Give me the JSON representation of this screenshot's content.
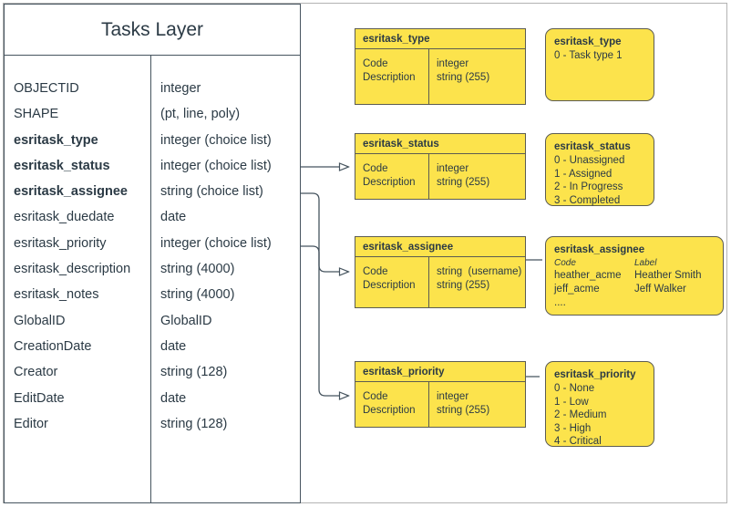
{
  "diagram": {
    "title": "Tasks Layer",
    "colors": {
      "entity_fill": "#fce34c",
      "entity_stroke": "#5c5c52",
      "table_stroke": "#46545f",
      "frame_stroke": "#b3b3b3",
      "text": "#2b3a45"
    }
  },
  "entity_table": {
    "title": "Tasks Layer",
    "fields": [
      {
        "name": "OBJECTID",
        "type": "integer",
        "bold": false
      },
      {
        "name": "SHAPE",
        "type": "(pt, line, poly)",
        "bold": false
      },
      {
        "name": "esritask_type",
        "type": "integer (choice list)",
        "bold": true
      },
      {
        "name": "esritask_status",
        "type": "integer (choice list)",
        "bold": true
      },
      {
        "name": "esritask_assignee",
        "type": "string (choice list)",
        "bold": true
      },
      {
        "name": "esritask_duedate",
        "type": "date",
        "bold": false
      },
      {
        "name": "esritask_priority",
        "type": "integer (choice list)",
        "bold": false
      },
      {
        "name": "esritask_description",
        "type": "string (4000)",
        "bold": false
      },
      {
        "name": "esritask_notes",
        "type": "string (4000)",
        "bold": false
      },
      {
        "name": "GlobalID",
        "type": "GlobalID",
        "bold": false
      },
      {
        "name": "CreationDate",
        "type": "date",
        "bold": false
      },
      {
        "name": "Creator",
        "type": "string (128)",
        "bold": false
      },
      {
        "name": "EditDate",
        "type": "date",
        "bold": false
      },
      {
        "name": "Editor",
        "type": "string (128)",
        "bold": false
      }
    ]
  },
  "domain_tables": [
    {
      "key": "type",
      "title": "esritask_type",
      "col1": [
        "Code",
        "Description"
      ],
      "col2": [
        "integer",
        "string (255)"
      ]
    },
    {
      "key": "status",
      "title": "esritask_status",
      "col1": [
        "Code",
        "Description"
      ],
      "col2": [
        "integer",
        "string (255)"
      ]
    },
    {
      "key": "assignee",
      "title": "esritask_assignee",
      "col1": [
        "Code",
        "Description"
      ],
      "col2": [
        "string  (username)",
        "string (255)"
      ]
    },
    {
      "key": "priority",
      "title": "esritask_priority",
      "col1": [
        "Code",
        "Description"
      ],
      "col2": [
        "integer",
        "string (255)"
      ]
    }
  ],
  "lookup_cards": [
    {
      "key": "type",
      "title": "esritask_type",
      "values": [
        "0 - Task type 1"
      ]
    },
    {
      "key": "status",
      "title": "esritask_status",
      "values": [
        "0 - Unassigned",
        "1 - Assigned",
        "2 - In Progress",
        "3 - Completed"
      ]
    },
    {
      "key": "priority",
      "title": "esritask_priority",
      "values": [
        "0 - None",
        "1 - Low",
        "2 - Medium",
        "3 - High",
        "4 - Critical"
      ]
    }
  ],
  "assignee_card": {
    "title": "esritask_assignee",
    "header": {
      "code": "Code",
      "label": "Label"
    },
    "rows": [
      {
        "code": "heather_acme",
        "label": "Heather Smith"
      },
      {
        "code": "jeff_acme",
        "label": "Jeff Walker"
      }
    ],
    "ellipsis": "...."
  }
}
